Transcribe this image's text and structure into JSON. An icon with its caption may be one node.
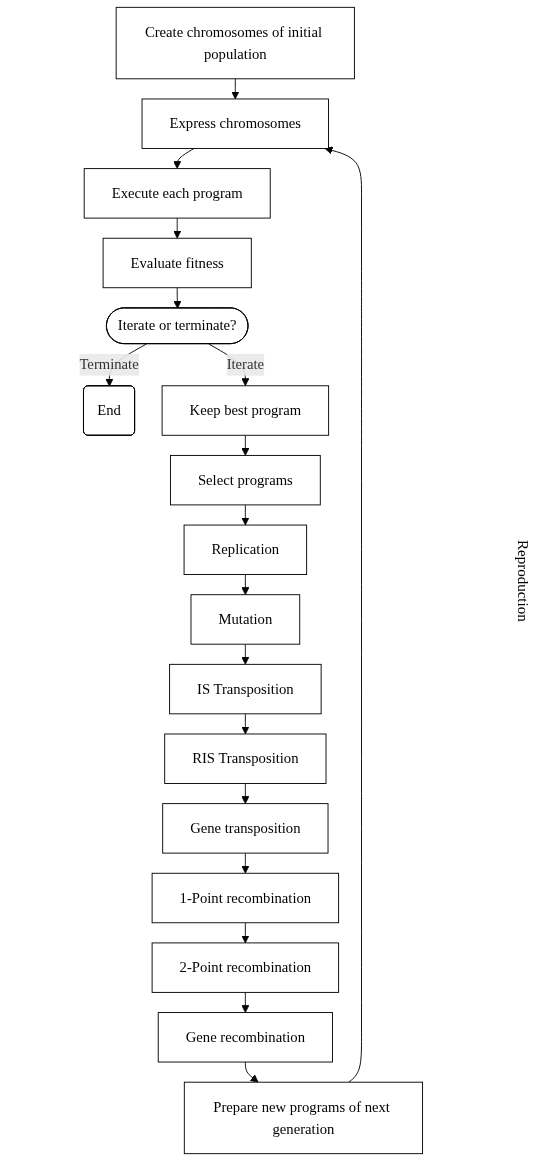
{
  "diagram": {
    "nodes": [
      {
        "text": [
          "Create chromosomes of initial population"
        ]
      },
      {
        "text": [
          "Express chromosomes"
        ]
      },
      {
        "text": [
          "Execute each program"
        ]
      },
      {
        "text": [
          "Evaluate fitness"
        ]
      },
      {
        "text": [
          "Iterate or terminate?"
        ]
      },
      {
        "text": [
          "End"
        ]
      },
      {
        "text": [
          "Keep best program"
        ]
      },
      {
        "text": [
          "Select programs"
        ]
      },
      {
        "text": [
          "Replication"
        ]
      },
      {
        "text": [
          "Mutation"
        ]
      },
      {
        "text": [
          "IS Transposition"
        ]
      },
      {
        "text": [
          "RIS Transposition"
        ]
      },
      {
        "text": [
          "Gene transposition"
        ]
      },
      {
        "text": [
          "1-Point recombination"
        ]
      },
      {
        "text": [
          "2-Point recombination"
        ]
      },
      {
        "text": [
          "Gene recombination"
        ]
      },
      {
        "text": [
          "Prepare new programs of next generation"
        ]
      }
    ],
    "edges": [
      {
        "from": 0,
        "to": 1,
        "arrow": "to"
      },
      {
        "from": 1,
        "to": 2,
        "arrow": "to"
      },
      {
        "from": 2,
        "to": 3,
        "arrow": "to"
      },
      {
        "from": 3,
        "to": 4,
        "arrow": "to"
      },
      {
        "from": 4,
        "to": 5,
        "arrow": "to",
        "label": "Terminate"
      },
      {
        "from": 4,
        "to": 6,
        "arrow": "to",
        "label": "Iterate"
      },
      {
        "from": 6,
        "to": 7,
        "arrow": "to"
      },
      {
        "from": 7,
        "to": 8,
        "arrow": "to"
      },
      {
        "from": 8,
        "to": 9,
        "arrow": "to"
      },
      {
        "from": 9,
        "to": 10,
        "arrow": "to"
      },
      {
        "from": 10,
        "to": 11,
        "arrow": "to"
      },
      {
        "from": 11,
        "to": 12,
        "arrow": "to"
      },
      {
        "from": 12,
        "to": 13,
        "arrow": "to"
      },
      {
        "from": 13,
        "to": 14,
        "arrow": "to"
      },
      {
        "from": 14,
        "to": 15,
        "arrow": "to"
      },
      {
        "from": 15,
        "to": 16,
        "arrow": "to"
      },
      {
        "from": 16,
        "to": 1,
        "arrow": "to"
      }
    ],
    "labels": [
      "Reproduction"
    ]
  }
}
